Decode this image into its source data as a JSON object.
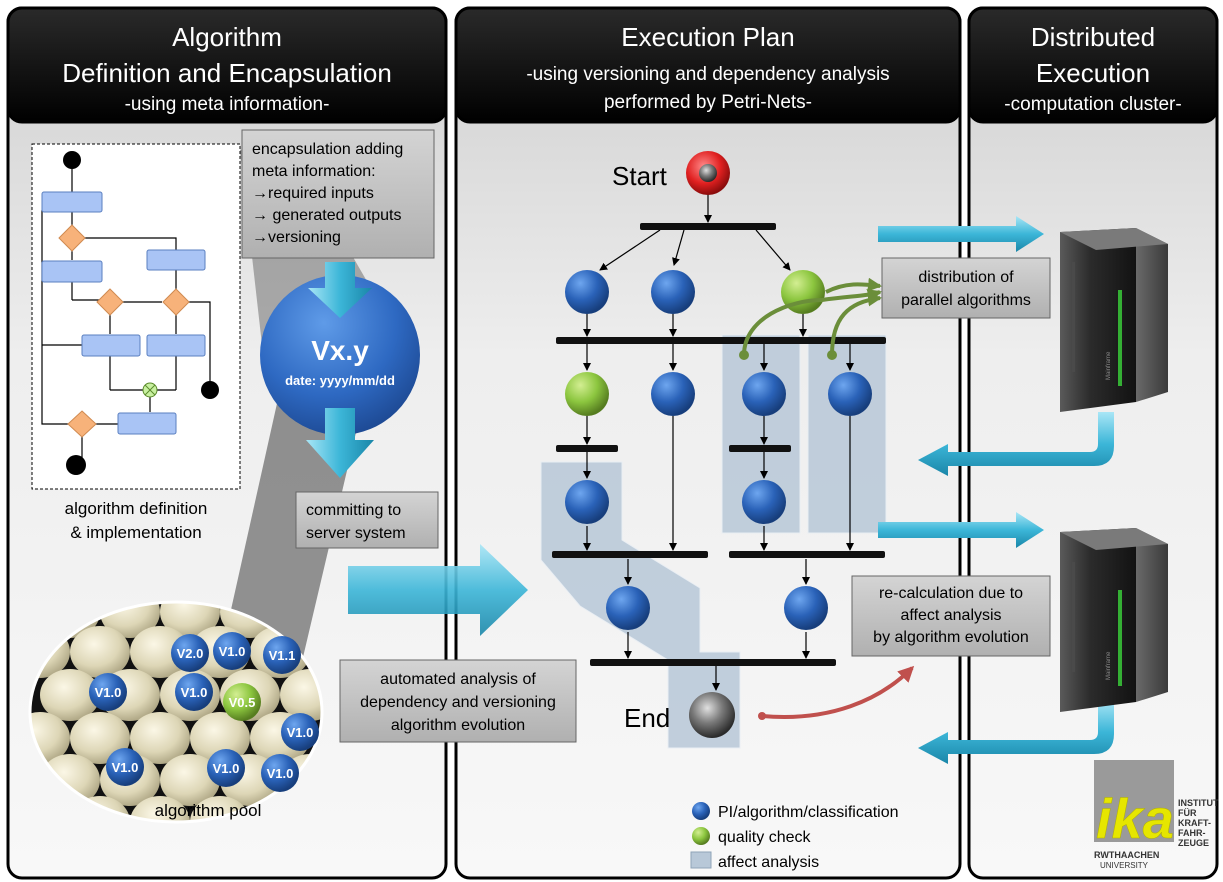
{
  "panels": {
    "left": {
      "title_line1": "Algorithm",
      "title_line2": "Definition and Encapsulation",
      "subtitle": "-using meta information-"
    },
    "middle": {
      "title": "Execution Plan",
      "subtitle_line1": "-using versioning and dependency analysis",
      "subtitle_line2": "performed by Petri-Nets-"
    },
    "right": {
      "title_line1": "Distributed",
      "title_line2": "Execution",
      "subtitle": "-computation cluster-"
    }
  },
  "left": {
    "encapsulation_box": {
      "line1": "encapsulation adding",
      "line2": "meta information:",
      "line3": "→required inputs",
      "line4": "→ generated outputs",
      "line5": "→versioning"
    },
    "version_circle": {
      "version": "Vx.y",
      "date": "date: yyyy/mm/dd"
    },
    "flowchart_caption_line1": "algorithm definition",
    "flowchart_caption_line2": "& implementation",
    "committing_box_line1": "committing to",
    "committing_box_line2": "server system",
    "analysis_box_line1": "automated analysis of",
    "analysis_box_line2": "dependency and versioning",
    "analysis_box_line3": "algorithm evolution",
    "pool_label": "algorithm pool",
    "pool_versions": [
      "V1.0",
      "V2.0",
      "V1.1",
      "V1.0",
      "V1.0",
      "V0.5",
      "V1.0",
      "V1.0",
      "V1.0",
      "V1.0"
    ]
  },
  "middle": {
    "start_label": "Start",
    "end_label": "End",
    "distribution_box_line1": "distribution of",
    "distribution_box_line2": "parallel algorithms",
    "recalc_box_line1": "re-calculation due to",
    "recalc_box_line2": "affect analysis",
    "recalc_box_line3": "by algorithm evolution",
    "legend": {
      "blue": "PI/algorithm/classification",
      "green": "quality check",
      "gray": "affect analysis"
    }
  },
  "right": {
    "server_label": "Mainframe",
    "logo": {
      "text": "ika",
      "line1": "INSTITUT",
      "line2": "FÜR",
      "line3": "KRAFT-",
      "line4": "FAHR-",
      "line5": "ZEUGE",
      "university1": "RWTHAACHEN",
      "university2": "UNIVERSITY"
    }
  },
  "colors": {
    "blue_node": "#2a62b8",
    "green_node": "#8cc63f",
    "affect_gray": "#b8c8d8",
    "cyan_arrow": "#3cb6d8",
    "orange_diamond": "#f7b27a",
    "flow_box": "#a9c4f5",
    "red_start": "#e02020",
    "green_arrow": "#6b8e3a",
    "red_arrow": "#c0504d"
  }
}
